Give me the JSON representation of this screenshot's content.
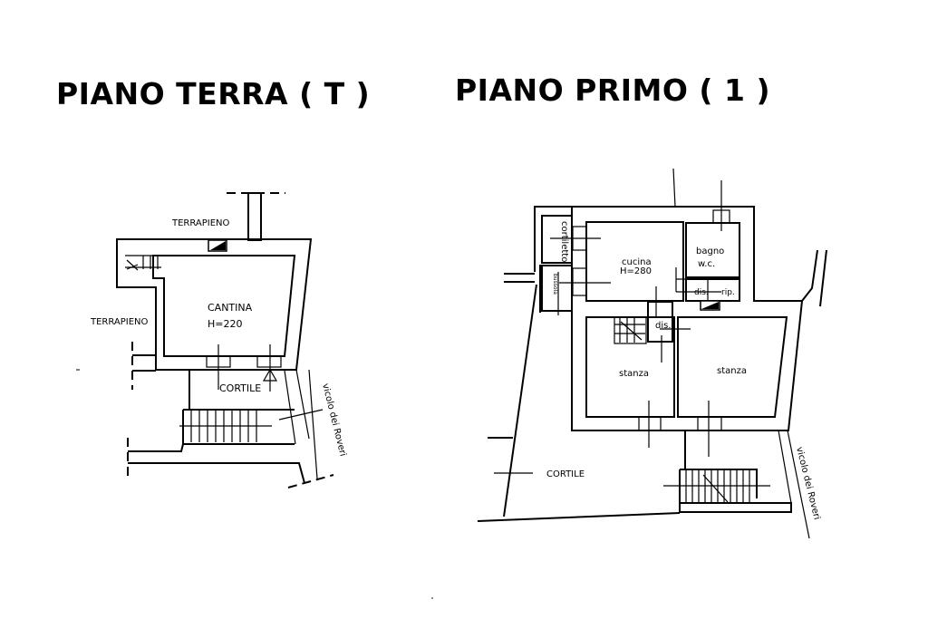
{
  "ground_floor": {
    "title": "PIANO TERRA ( T )",
    "labels": {
      "terrapieno_top": "TERRAPIENO",
      "terrapieno_left": "TERRAPIENO",
      "room": "CANTINA",
      "height": "H=220",
      "courtyard": "CORTILE",
      "street": "vicolo dei Roveri"
    }
  },
  "first_floor": {
    "title": "PIANO PRIMO ( 1 )",
    "labels": {
      "cortiletto": "cortiletto",
      "bussola": "bussola",
      "kitchen": "cucina",
      "height": "H=280",
      "bathroom": "bagno",
      "wc": "w.c.",
      "dis_top": "dis.",
      "rip": "rip.",
      "dis_mid": "dis.",
      "room_left": "stanza",
      "room_right": "stanza",
      "courtyard": "CORTILE",
      "street": "vicolo dei Roveri"
    }
  }
}
